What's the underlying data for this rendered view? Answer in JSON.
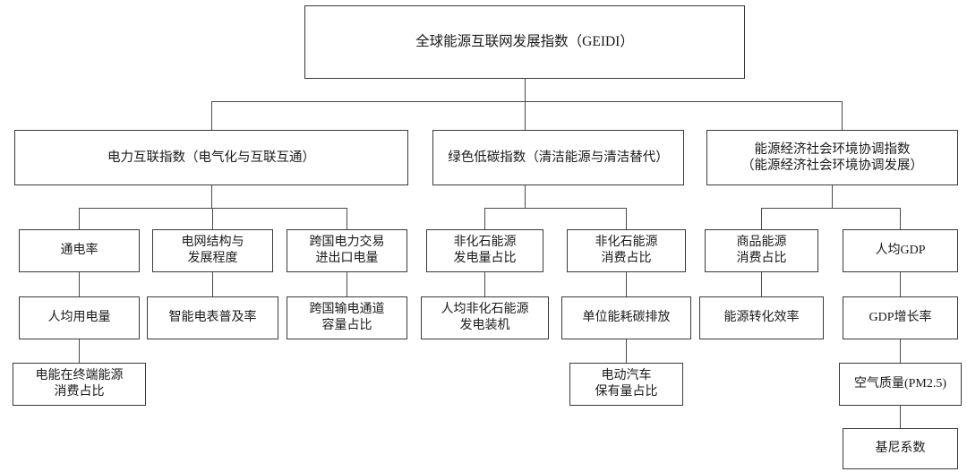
{
  "diagram": {
    "title_root": "全球能源互联网发展指数（GEIDI）",
    "level2": {
      "power_interconnection": "电力互联指数（电气化与互联互通）",
      "green_low_carbon": "绿色低碳指数（清洁能源与清洁替代）",
      "energy_eco_social_env": "能源经济社会环境协调指数\n（能源经济社会环境协调发展）"
    },
    "branch_power": {
      "col1": [
        "通电率",
        "人均用电量",
        "电能在终端能源\n消费占比"
      ],
      "col2": [
        "电网结构与\n发展程度",
        "智能电表普及率"
      ],
      "col3": [
        "跨国电力交易\n进出口电量",
        "跨国输电通道\n容量占比"
      ]
    },
    "branch_green": {
      "col1": [
        "非化石能源\n发电量占比",
        "人均非化石能源\n发电装机"
      ],
      "col2": [
        "非化石能源\n消费占比",
        "单位能耗碳排放",
        "电动汽车\n保有量占比"
      ]
    },
    "branch_eco": {
      "col1": [
        "商品能源\n消费占比",
        "能源转化效率"
      ],
      "col2": [
        "人均GDP",
        "GDP增长率",
        "空气质量(PM2.5)",
        "基尼系数"
      ]
    }
  },
  "colors": {
    "box_border": "#3a3a3a",
    "connector": "#4a4a4a",
    "background": "#ffffff",
    "text": "#1a1a1a"
  }
}
